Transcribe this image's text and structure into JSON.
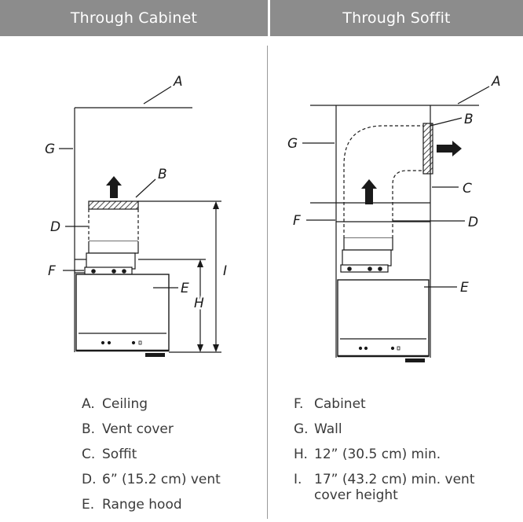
{
  "header": {
    "left_title": "Through Cabinet",
    "right_title": "Through Soffit"
  },
  "diagram_labels": {
    "left": {
      "a": "A",
      "b": "B",
      "d": "D",
      "e": "E",
      "f": "F",
      "g": "G",
      "h": "H",
      "i": "I"
    },
    "right": {
      "a": "A",
      "b": "B",
      "c": "C",
      "d": "D",
      "e": "E",
      "f": "F",
      "g": "G"
    }
  },
  "legend": {
    "left": [
      {
        "key": "A.",
        "text": "Ceiling"
      },
      {
        "key": "B.",
        "text": "Vent cover"
      },
      {
        "key": "C.",
        "text": "Soffit"
      },
      {
        "key": "D.",
        "text": "6” (15.2 cm) vent"
      },
      {
        "key": "E.",
        "text": "Range hood"
      }
    ],
    "right": [
      {
        "key": "F.",
        "text": "Cabinet"
      },
      {
        "key": "G.",
        "text": "Wall"
      },
      {
        "key": "H.",
        "text": "12” (30.5 cm) min."
      },
      {
        "key": "I.",
        "text": "17” (43.2 cm) min. vent cover height"
      }
    ]
  },
  "colors": {
    "header_bg": "#8c8c8c",
    "header_text": "#ffffff",
    "line": "#1a1a1a"
  }
}
